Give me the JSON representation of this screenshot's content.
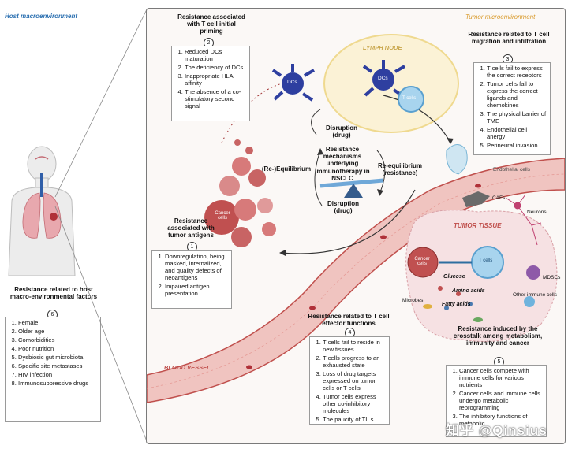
{
  "host": {
    "title": "Host macroenvironment",
    "heading": "Resistance related to host macro-environmental factors",
    "number": "6",
    "items": [
      "Female",
      "Older age",
      "Comorbidities",
      "Poor nutrition",
      "Dysbiosic gut microbiota",
      "Specific site metastases",
      "HIV infection",
      "Immunosuppressive drugs"
    ]
  },
  "tme": {
    "title": "Tumor microenvironment",
    "lymph_node": "LYMPH NODE",
    "tumor_tissue": "TUMOR TISSUE",
    "blood_vessel": "BLOOD VESSEL",
    "endothelial": "Endothelial cells"
  },
  "priming": {
    "heading": "Resistance associated with T cell initial priming",
    "number": "2",
    "items": [
      "Reduced DCs maturation",
      "The deficiency of DCs",
      "Inappropriate HLA affinity",
      "The absence of a co-stimulatory second signal"
    ]
  },
  "migration": {
    "heading": "Resistance related to T cell migration and infiltration",
    "number": "3",
    "items": [
      "T cells fail to express the correct receptors",
      "Tumor cells fail to express the correct ligands and chemokines",
      "The physical barrier of TME",
      "Endothelial cell anergy",
      "Perineural invasion"
    ]
  },
  "antigens": {
    "heading": "Resistance associated with tumor antigens",
    "number": "1",
    "items": [
      "Downregulation, being masked, internalized, and quality defects of neoantigens",
      "Impaired antigen presentation"
    ]
  },
  "effector": {
    "heading": "Resistance related to T cell effector functions",
    "number": "4",
    "items": [
      "T cells fail to reside in new tissues",
      "T cells progress to an exhausted state",
      "Loss of drug targets expressed on tumor cells or T cells",
      "Tumor cells express other co-inhibitory molecules",
      "The paucity of TILs"
    ]
  },
  "crosstalk": {
    "heading": "Resistance induced by the crosstalk among metabolism, immunity and cancer",
    "number": "5",
    "items": [
      "Cancer cells compete with immune cells for various nutrients",
      "Cancer cells and immune cells undergo metabolic reprogramming",
      "The inhibitory functions of metabolic..."
    ]
  },
  "cycle": {
    "center": "Resistance mechanisms underlying immunotherapy in NSCLC",
    "disruption": "Disruption",
    "drug": "(drug)",
    "equilibrium_left": "(Re-)Equilibrium",
    "equilibrium_right": "Re-equilibrium",
    "resistance": "(resistance)"
  },
  "cells": {
    "dcs": "DCs",
    "t_cells": "T cells",
    "cancer_cells": "Cancer cells",
    "cafs": "CAFs",
    "neurons": "Neurons",
    "mdscs": "MDSCs",
    "other_immune": "Other immune cells",
    "microbes": "Microbes",
    "glucose": "Glucose",
    "amino_acids": "Amino acids",
    "fatty_acids": "Fatty acids"
  },
  "watermark": "知乎 @Qinsius",
  "colors": {
    "host_title": "#2a6fb0",
    "tumor_title": "#d99a2b",
    "vessel": "#c0504d",
    "dc": "#2e3fa0",
    "t_cell": "#6fb3dd",
    "cancer": "#c05050"
  }
}
